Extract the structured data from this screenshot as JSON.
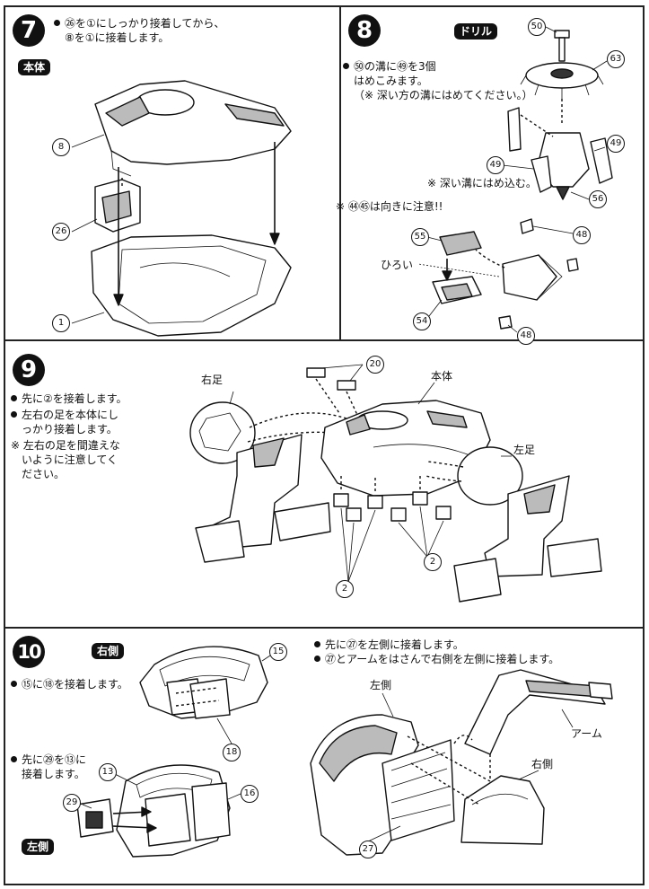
{
  "step7": {
    "number": "7",
    "instruction_line1": "㉖を①にしっかり接着してから、",
    "instruction_line2": "⑧を①に接着します。",
    "tag": "本体",
    "parts": [
      "8",
      "26",
      "1"
    ]
  },
  "step8": {
    "number": "8",
    "tag": "ドリル",
    "instruction_line1": "㊿の溝に㊾を3個",
    "instruction_line2": "はめこみます。",
    "instruction_line3": "（※ 深い方の溝にはめてください。）",
    "note_deep": "※ 深い溝にはめ込む。",
    "note_direction": "※ ㊹㊺は向きに注意!!",
    "label_wide": "ひろい",
    "parts": [
      "50",
      "63",
      "49",
      "49",
      "56",
      "55",
      "48",
      "48",
      "54"
    ]
  },
  "step9": {
    "number": "9",
    "bullet1": "先に②を接着します。",
    "bullet2_line1": "左右の足を本体にし",
    "bullet2_line2": "っかり接着します。",
    "note_line1": "※ 左右の足を間違えな",
    "note_line2": "いように注意してく",
    "note_line3": "ださい。",
    "label_right_leg": "右足",
    "label_body": "本体",
    "label_left_leg": "左足",
    "parts": [
      "20",
      "2",
      "2"
    ]
  },
  "step10": {
    "number": "10",
    "tag_right": "右側",
    "tag_left": "左側",
    "bullet_a": "⑮に⑱を接着します。",
    "bullet_b_line1": "先に㉙を⑬に",
    "bullet_b_line2": "接着します。",
    "bullet_c": "先に㉗を左側に接着します。",
    "bullet_d": "㉗とアームをはさんで右側を左側に接着します。",
    "label_left": "左側",
    "label_right": "右側",
    "label_arm": "アーム",
    "parts": [
      "15",
      "18",
      "13",
      "16",
      "29",
      "27"
    ]
  }
}
